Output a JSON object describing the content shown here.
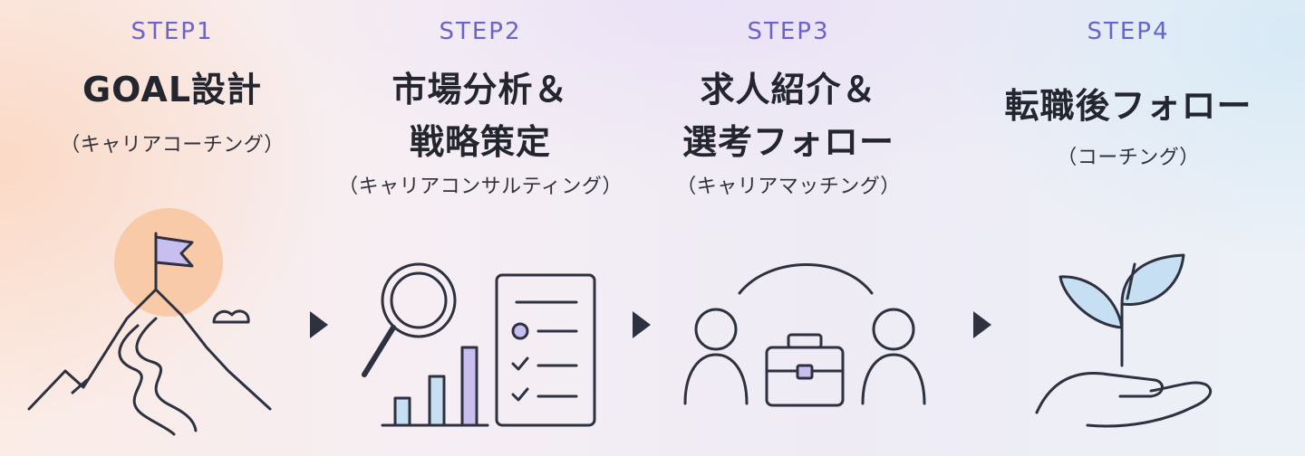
{
  "steps": [
    {
      "label": "STEP1",
      "title_lines": [
        "GOAL設計"
      ],
      "subtitle": "（キャリアコーチング）",
      "icon": "mountain-flag-icon"
    },
    {
      "label": "STEP2",
      "title_lines": [
        "市場分析＆",
        "戦略策定"
      ],
      "subtitle": "（キャリアコンサルティング）",
      "icon": "analysis-icon"
    },
    {
      "label": "STEP3",
      "title_lines": [
        "求人紹介＆",
        "選考フォロー"
      ],
      "subtitle": "（キャリアマッチング）",
      "icon": "people-briefcase-icon"
    },
    {
      "label": "STEP4",
      "title_lines": [
        "転職後フォロー"
      ],
      "subtitle": "（コーチング）",
      "icon": "hand-sprout-icon"
    }
  ],
  "colors": {
    "step_label": "#6b63c9",
    "accent_purple": "#c9bef0",
    "accent_blue": "#c6dff2",
    "sun": "#f8c7a2",
    "line": "#2e3140"
  },
  "arrow_icon": "chevron-right-icon"
}
